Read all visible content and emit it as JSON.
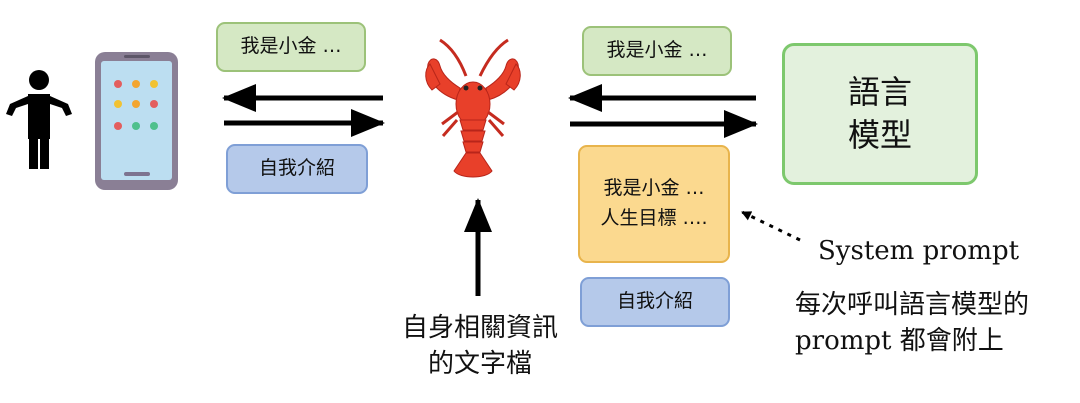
{
  "left_flow": {
    "top_message": "我是小金 …",
    "bottom_message": "自我介紹"
  },
  "right_flow": {
    "top_message": "我是小金 …",
    "system_prompt_lines": [
      "我是小金 …",
      "人生目標 …."
    ],
    "bottom_message": "自我介紹"
  },
  "model": {
    "line1": "語言",
    "line2": "模型"
  },
  "file_caption": {
    "line1": "自身相關資訊",
    "line2": "的文字檔"
  },
  "system_prompt": {
    "title": "System prompt",
    "desc_line1": "每次呼叫語言模型的",
    "desc_line2": "prompt 都會附上"
  },
  "icons": {
    "person": "person-shrug-icon",
    "phone": "smartphone-icon",
    "lobster": "lobster-icon"
  },
  "colors": {
    "green_fill": "#d5e8c4",
    "blue_fill": "#b5c9ea",
    "orange_fill": "#fbd98f",
    "model_border": "#7dc86d",
    "lobster": "#e8402a"
  }
}
